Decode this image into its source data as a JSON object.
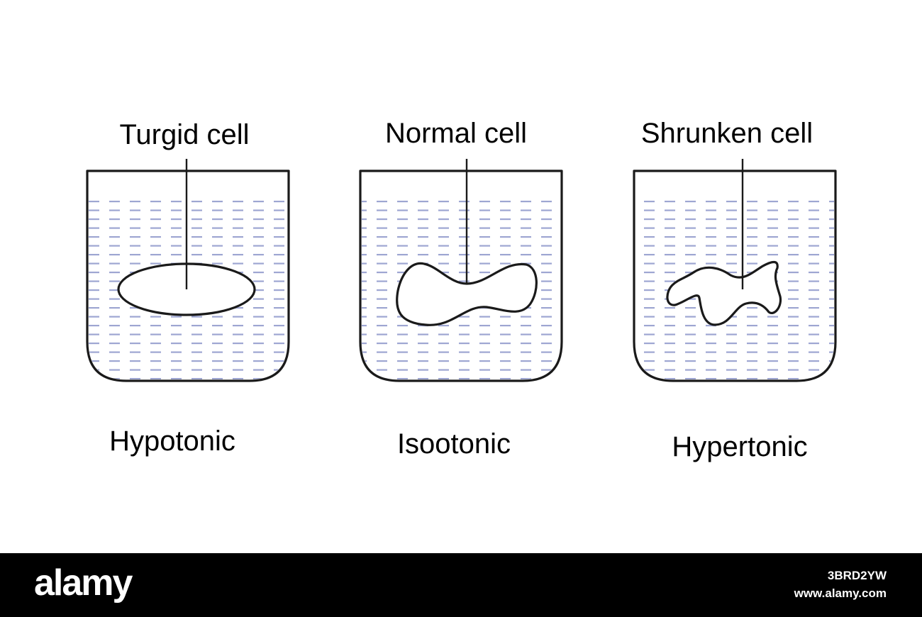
{
  "panels": [
    {
      "cell_label": "Turgid cell",
      "solution_label": "Hypotonic"
    },
    {
      "cell_label": "Normal cell",
      "solution_label": "Isootonic"
    },
    {
      "cell_label": "Shrunken cell",
      "solution_label": "Hypertonic"
    }
  ],
  "colors": {
    "outline": "#1a1a1a",
    "water_dash": "#9ea6d2",
    "banner": "#000000",
    "banner_text": "#ffffff"
  },
  "watermark": {
    "brand": "alamy",
    "image_id": "3BRD2YW",
    "site": "www.alamy.com"
  }
}
